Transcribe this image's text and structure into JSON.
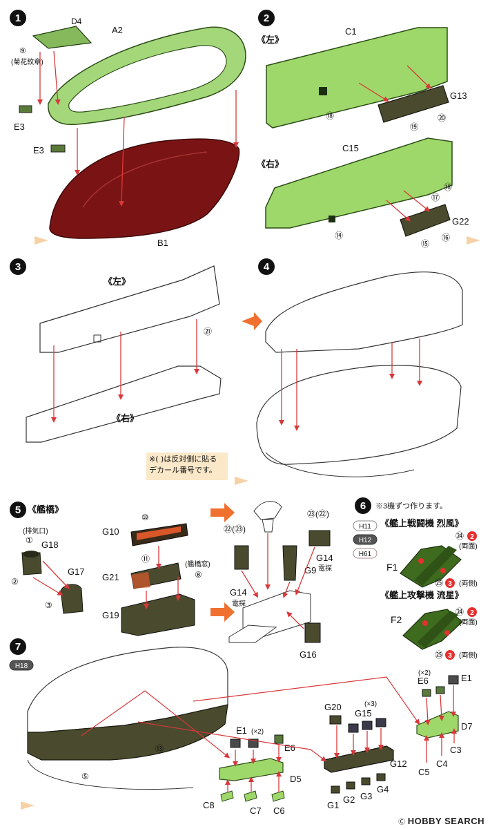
{
  "steps": [
    {
      "num": "1",
      "labels": {
        "d4": "D4",
        "a2": "A2",
        "p9": "⑨",
        "p9_note": "(菊花紋章)",
        "e3a": "E3",
        "e3b": "E3",
        "b1": "B1"
      }
    },
    {
      "num": "2",
      "labels": {
        "left": "《左》",
        "c1": "C1",
        "g13": "G13",
        "p18": "⑱",
        "p19": "⑲",
        "p20": "⑳",
        "right": "《右》",
        "c15": "C15",
        "p18b": "⑱",
        "p17": "⑰",
        "g22": "G22",
        "p14": "⑭",
        "p15": "⑮",
        "p16": "⑯"
      }
    },
    {
      "num": "3",
      "labels": {
        "left": "《左》",
        "p21": "㉑",
        "right": "《右》"
      }
    },
    {
      "num": "4",
      "labels": {}
    },
    {
      "num": "5",
      "title": "《艦橋》",
      "labels": {
        "vent": "(排気口)",
        "p1": "①",
        "g18": "G18",
        "p2": "②",
        "g17": "G17",
        "p3": "③",
        "p10": "⑩",
        "g10": "G10",
        "p11": "⑪",
        "g21": "G21",
        "p8": "⑧",
        "p8_note": "(艦橋窓)",
        "g19": "G19",
        "p22_23": "㉒(㉓)",
        "p23_22": "㉓(㉒)",
        "g9": "G9",
        "g14a": "G14",
        "radar_a": "電探",
        "g14b": "G14",
        "radar_b": "電探",
        "g16": "G16"
      }
    },
    {
      "num": "6",
      "note": "※3機ずつ作ります。",
      "colors": [
        "H11",
        "H12",
        "H61"
      ],
      "aircraft": [
        {
          "title": "《艦上戦闘機 烈風》",
          "part": "F1",
          "d24": "㉔",
          "d24n": "2",
          "d24t": "(両面)",
          "d25": "㉕",
          "d25n": "3",
          "d25t": "(両側)"
        },
        {
          "title": "《艦上攻撃機 流星》",
          "part": "F2",
          "d24": "㉔",
          "d24n": "2",
          "d24t": "(両面)",
          "d25": "㉕",
          "d25n": "3",
          "d25t": "(両側)"
        }
      ]
    },
    {
      "num": "7",
      "color": "H18",
      "labels": {
        "p5": "⑤",
        "p13": "⑬",
        "e1a": "E1",
        "x2a": "(×2)",
        "e6a": "E6",
        "d5": "D5",
        "c8": "C8",
        "c7": "C7",
        "c6": "C6",
        "g20": "G20",
        "g15": "G15",
        "x3": "(×3)",
        "g12": "G12",
        "g1": "G1",
        "g2": "G2",
        "g3": "G3",
        "g4": "G4",
        "x2b": "(×2)",
        "e6b": "E6",
        "e1b": "E1",
        "d7": "D7",
        "c3": "C3",
        "c4": "C4",
        "c5": "C5"
      }
    }
  ],
  "note": {
    "line1": "※( )は反対側に貼る",
    "line2": "デカール番号です。"
  },
  "watermark": {
    "reg": "Ⓒ",
    "text": "HOBBY SEARCH"
  },
  "colors": {
    "green": "#9fd86a",
    "green_dark": "#3f6b1f",
    "hull_red": "#7a1414",
    "olive": "#4a4a2e",
    "arrow": "#d8383a",
    "decal_red": "#e53030",
    "orange": "#f07030"
  }
}
